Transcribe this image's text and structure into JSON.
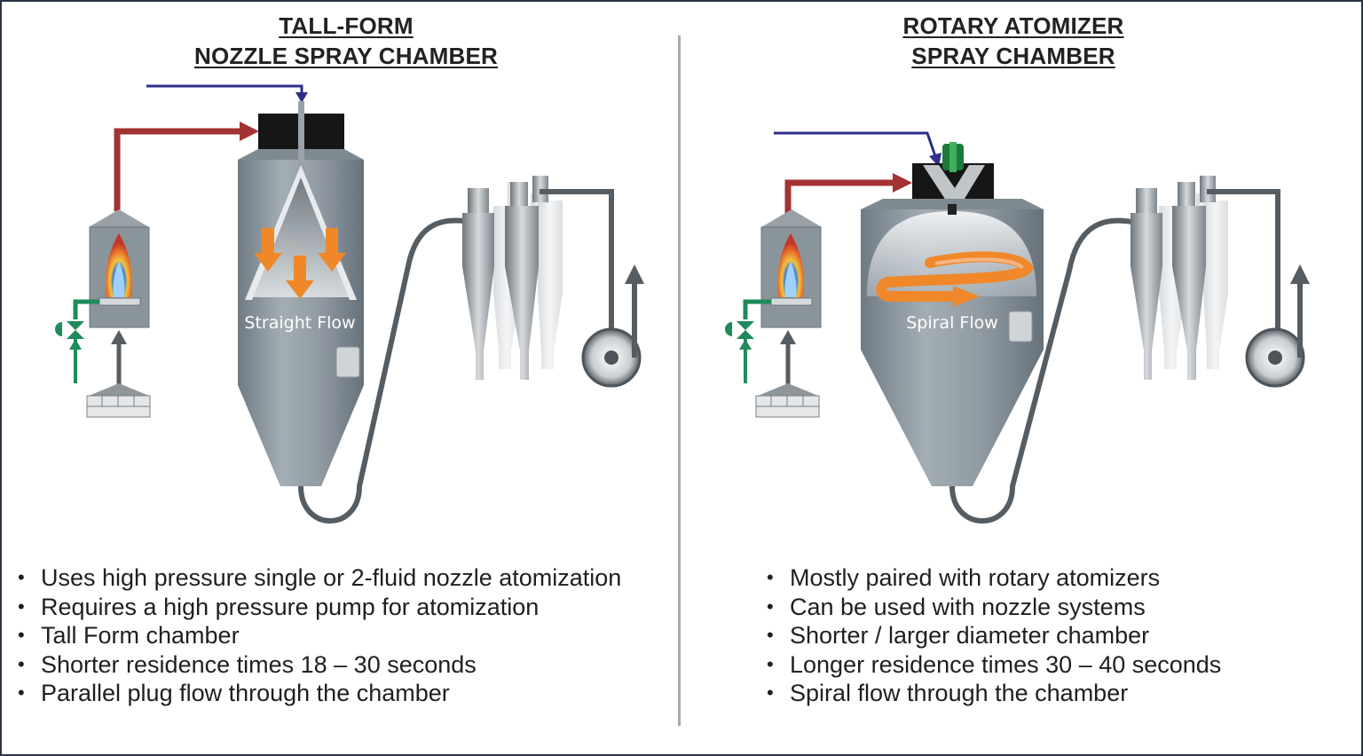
{
  "left": {
    "title_line1": "TALL-FORM",
    "title_line2": "NOZZLE SPRAY CHAMBER",
    "flow_label": "Straight Flow",
    "bullets": [
      "Uses high pressure single or 2-fluid nozzle atomization",
      "Requires a high pressure pump for atomization",
      "Tall Form chamber",
      "Shorter residence times 18 – 30 seconds",
      "Parallel plug flow through the chamber"
    ]
  },
  "right": {
    "title_line1": "ROTARY ATOMIZER",
    "title_line2": "SPRAY CHAMBER",
    "flow_label": "Spiral Flow",
    "bullets": [
      "Mostly paired with rotary atomizers",
      "Can be used with nozzle systems",
      "Shorter / larger diameter chamber",
      "Longer residence times 30 – 40 seconds",
      "Spiral flow through the chamber"
    ]
  },
  "colors": {
    "hot_air": "#a33232",
    "feed": "#2e2e8c",
    "chamber": "#8b969e",
    "flow_arrows": "#f0882a",
    "valve": "#1f8a5a",
    "divider": "#a7a9ac"
  }
}
